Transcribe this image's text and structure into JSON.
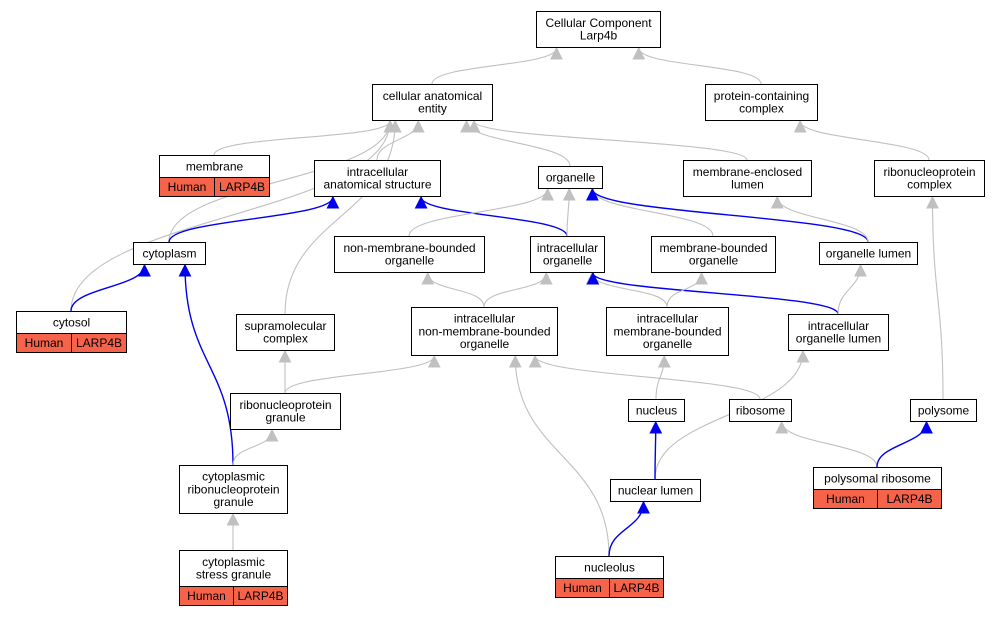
{
  "nodes": {
    "root": [
      "Cellular Component",
      "Larp4b"
    ],
    "cae": [
      "cellular anatomical",
      "entity"
    ],
    "pcc": [
      "protein-containing",
      "complex"
    ],
    "membrane": [
      "membrane"
    ],
    "ias": [
      "intracellular",
      "anatomical structure"
    ],
    "organelle": [
      "organelle"
    ],
    "mel": [
      "membrane-enclosed",
      "lumen"
    ],
    "rnpc": [
      "ribonucleoprotein",
      "complex"
    ],
    "cytoplasm": [
      "cytoplasm"
    ],
    "nmbo": [
      "non-membrane-bounded",
      "organelle"
    ],
    "io": [
      "intracellular",
      "organelle"
    ],
    "mbo": [
      "membrane-bounded",
      "organelle"
    ],
    "olumen": [
      "organelle lumen"
    ],
    "cytosol": [
      "cytosol"
    ],
    "supra": [
      "supramolecular",
      "complex"
    ],
    "inmbo": [
      "intracellular",
      "non-membrane-bounded",
      "organelle"
    ],
    "imbo": [
      "intracellular",
      "membrane-bounded",
      "organelle"
    ],
    "iol": [
      "intracellular",
      "organelle lumen"
    ],
    "rnpg": [
      "ribonucleoprotein",
      "granule"
    ],
    "nucleus": [
      "nucleus"
    ],
    "ribosome": [
      "ribosome"
    ],
    "polysome": [
      "polysome"
    ],
    "crnpg": [
      "cytoplasmic",
      "ribonucleoprotein",
      "granule"
    ],
    "nlumen": [
      "nuclear lumen"
    ],
    "polrib": [
      "polysomal ribosome"
    ],
    "csg": [
      "cytoplasmic",
      "stress granule"
    ],
    "nucleolus": [
      "nucleolus"
    ]
  },
  "annotation": {
    "species": "Human",
    "gene": "LARP4B"
  },
  "annotated_terms": [
    "membrane",
    "cytosol",
    "polrib",
    "csg",
    "nucleolus"
  ],
  "colors": {
    "annotation_fill": "#f4634a",
    "is_a_edge": "#c0c0c0",
    "part_of_edge": "#0000ee",
    "node_border": "#000000"
  },
  "edges": [
    {
      "from": "cae",
      "to": "root",
      "kind": "is_a"
    },
    {
      "from": "pcc",
      "to": "root",
      "kind": "is_a"
    },
    {
      "from": "membrane",
      "to": "cae",
      "kind": "is_a"
    },
    {
      "from": "ias",
      "to": "cae",
      "kind": "is_a"
    },
    {
      "from": "organelle",
      "to": "cae",
      "kind": "is_a"
    },
    {
      "from": "mel",
      "to": "cae",
      "kind": "is_a"
    },
    {
      "from": "cytoplasm",
      "to": "cae",
      "kind": "is_a"
    },
    {
      "from": "cytosol",
      "to": "cae",
      "kind": "is_a"
    },
    {
      "from": "supra",
      "to": "cae",
      "kind": "is_a"
    },
    {
      "from": "rnpc",
      "to": "pcc",
      "kind": "is_a"
    },
    {
      "from": "cytoplasm",
      "to": "ias",
      "kind": "part_of"
    },
    {
      "from": "io",
      "to": "ias",
      "kind": "part_of"
    },
    {
      "from": "nmbo",
      "to": "organelle",
      "kind": "is_a"
    },
    {
      "from": "io",
      "to": "organelle",
      "kind": "is_a"
    },
    {
      "from": "mbo",
      "to": "organelle",
      "kind": "is_a"
    },
    {
      "from": "olumen",
      "to": "organelle",
      "kind": "part_of"
    },
    {
      "from": "olumen",
      "to": "mel",
      "kind": "is_a"
    },
    {
      "from": "cytosol",
      "to": "cytoplasm",
      "kind": "part_of"
    },
    {
      "from": "crnpg",
      "to": "cytoplasm",
      "kind": "part_of"
    },
    {
      "from": "inmbo",
      "to": "nmbo",
      "kind": "is_a"
    },
    {
      "from": "inmbo",
      "to": "io",
      "kind": "is_a"
    },
    {
      "from": "imbo",
      "to": "io",
      "kind": "is_a"
    },
    {
      "from": "iol",
      "to": "io",
      "kind": "part_of"
    },
    {
      "from": "imbo",
      "to": "mbo",
      "kind": "is_a"
    },
    {
      "from": "iol",
      "to": "olumen",
      "kind": "is_a"
    },
    {
      "from": "rnpg",
      "to": "supra",
      "kind": "is_a"
    },
    {
      "from": "rnpg",
      "to": "inmbo",
      "kind": "is_a"
    },
    {
      "from": "ribosome",
      "to": "inmbo",
      "kind": "is_a"
    },
    {
      "from": "nucleolus",
      "to": "inmbo",
      "kind": "is_a"
    },
    {
      "from": "nucleus",
      "to": "imbo",
      "kind": "is_a"
    },
    {
      "from": "nlumen",
      "to": "iol",
      "kind": "is_a"
    },
    {
      "from": "polysome",
      "to": "rnpc",
      "kind": "is_a"
    },
    {
      "from": "crnpg",
      "to": "rnpg",
      "kind": "is_a"
    },
    {
      "from": "csg",
      "to": "crnpg",
      "kind": "is_a"
    },
    {
      "from": "nlumen",
      "to": "nucleus",
      "kind": "part_of"
    },
    {
      "from": "nucleolus",
      "to": "nlumen",
      "kind": "part_of"
    },
    {
      "from": "polrib",
      "to": "ribosome",
      "kind": "is_a"
    },
    {
      "from": "polrib",
      "to": "polysome",
      "kind": "part_of"
    }
  ]
}
